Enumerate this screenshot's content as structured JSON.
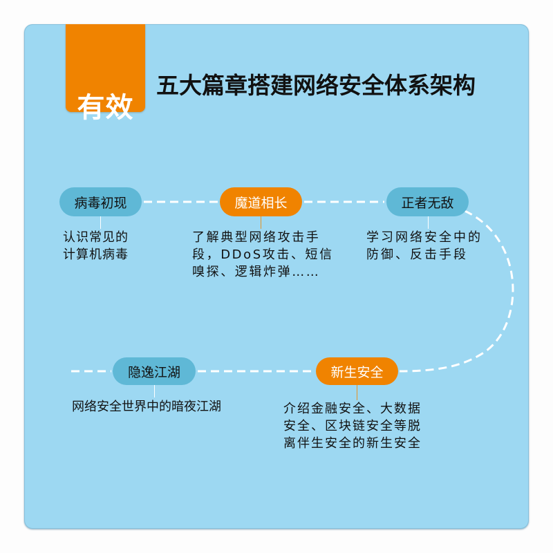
{
  "header": {
    "badge": "有效",
    "title": "五大篇章搭建网络安全体系架构"
  },
  "colors": {
    "card_background": "#9dd8f2",
    "accent_orange": "#f08300",
    "pill_blue": "#5fb8d6",
    "dash_line": "#ffffff"
  },
  "chapters": [
    {
      "label": "病毒初现",
      "style": "blue",
      "description": [
        "认识常见的",
        "计算机病毒"
      ]
    },
    {
      "label": "魔道相长",
      "style": "orange",
      "description": [
        "了解典型网络攻击手",
        "段，DDoS攻击、短信",
        "嗅探、逻辑炸弹……"
      ]
    },
    {
      "label": "正者无敌",
      "style": "blue",
      "description": [
        "学习网络安全中的",
        "防御、反击手段"
      ]
    },
    {
      "label": "新生安全",
      "style": "orange",
      "description": [
        "介绍金融安全、大数据",
        "安全、区块链安全等脱",
        "离伴生安全的新生安全"
      ]
    },
    {
      "label": "隐逸江湖",
      "style": "blue",
      "description": [
        "网络安全世界中的暗夜江湖"
      ]
    }
  ]
}
